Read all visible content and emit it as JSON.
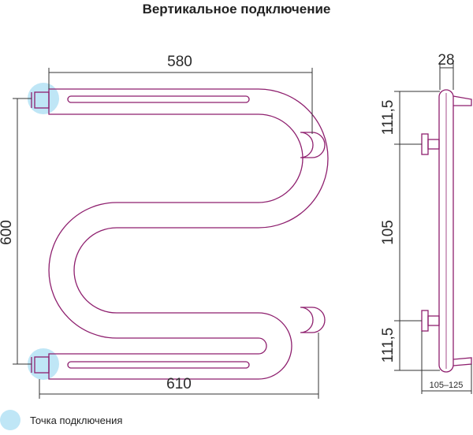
{
  "title": "Вертикальное подключение",
  "front_view": {
    "top_width_label": "580",
    "bottom_width_label": "610",
    "height_label": "600"
  },
  "side_view": {
    "depth_label": "28",
    "top_offset_label": "111,5",
    "middle_label": "105",
    "bottom_offset_label": "111,5",
    "wall_distance_label": "105–125"
  },
  "legend": {
    "label": "Точка подключения",
    "color": "#bfe6f6"
  },
  "colors": {
    "pipe": "#8e1f6e",
    "connection_point": "#bfe6f6"
  }
}
